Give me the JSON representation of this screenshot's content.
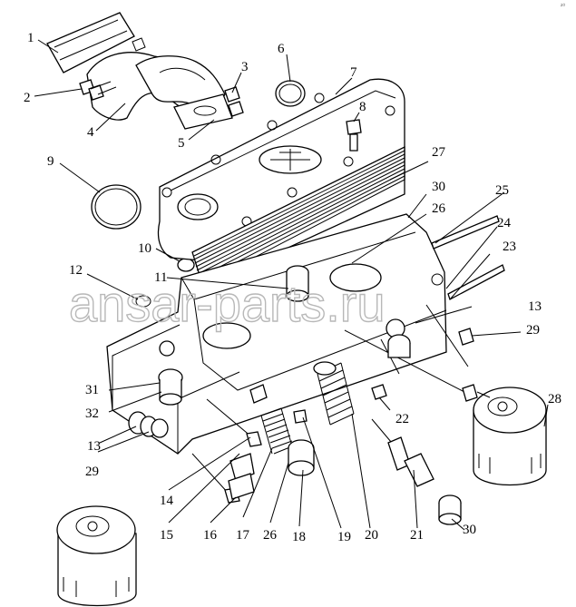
{
  "corner_mark": "²⁰",
  "watermark": "ansar-parts.ru",
  "callouts": {
    "c1": "1",
    "c2": "2",
    "c3": "3",
    "c4": "4",
    "c5": "5",
    "c6": "6",
    "c7": "7",
    "c8": "8",
    "c9": "9",
    "c10": "10",
    "c11": "11",
    "c12": "12",
    "c13a": "13",
    "c13b": "13",
    "c14": "14",
    "c15": "15",
    "c16": "16",
    "c17": "17",
    "c18": "18",
    "c19": "19",
    "c20": "20",
    "c21": "21",
    "c22": "22",
    "c23": "23",
    "c24": "24",
    "c25": "25",
    "c26a": "26",
    "c26b": "26",
    "c27": "27",
    "c28": "28",
    "c29a": "29",
    "c29b": "29",
    "c30a": "30",
    "c30b": "30",
    "c31": "31",
    "c32": "32"
  }
}
